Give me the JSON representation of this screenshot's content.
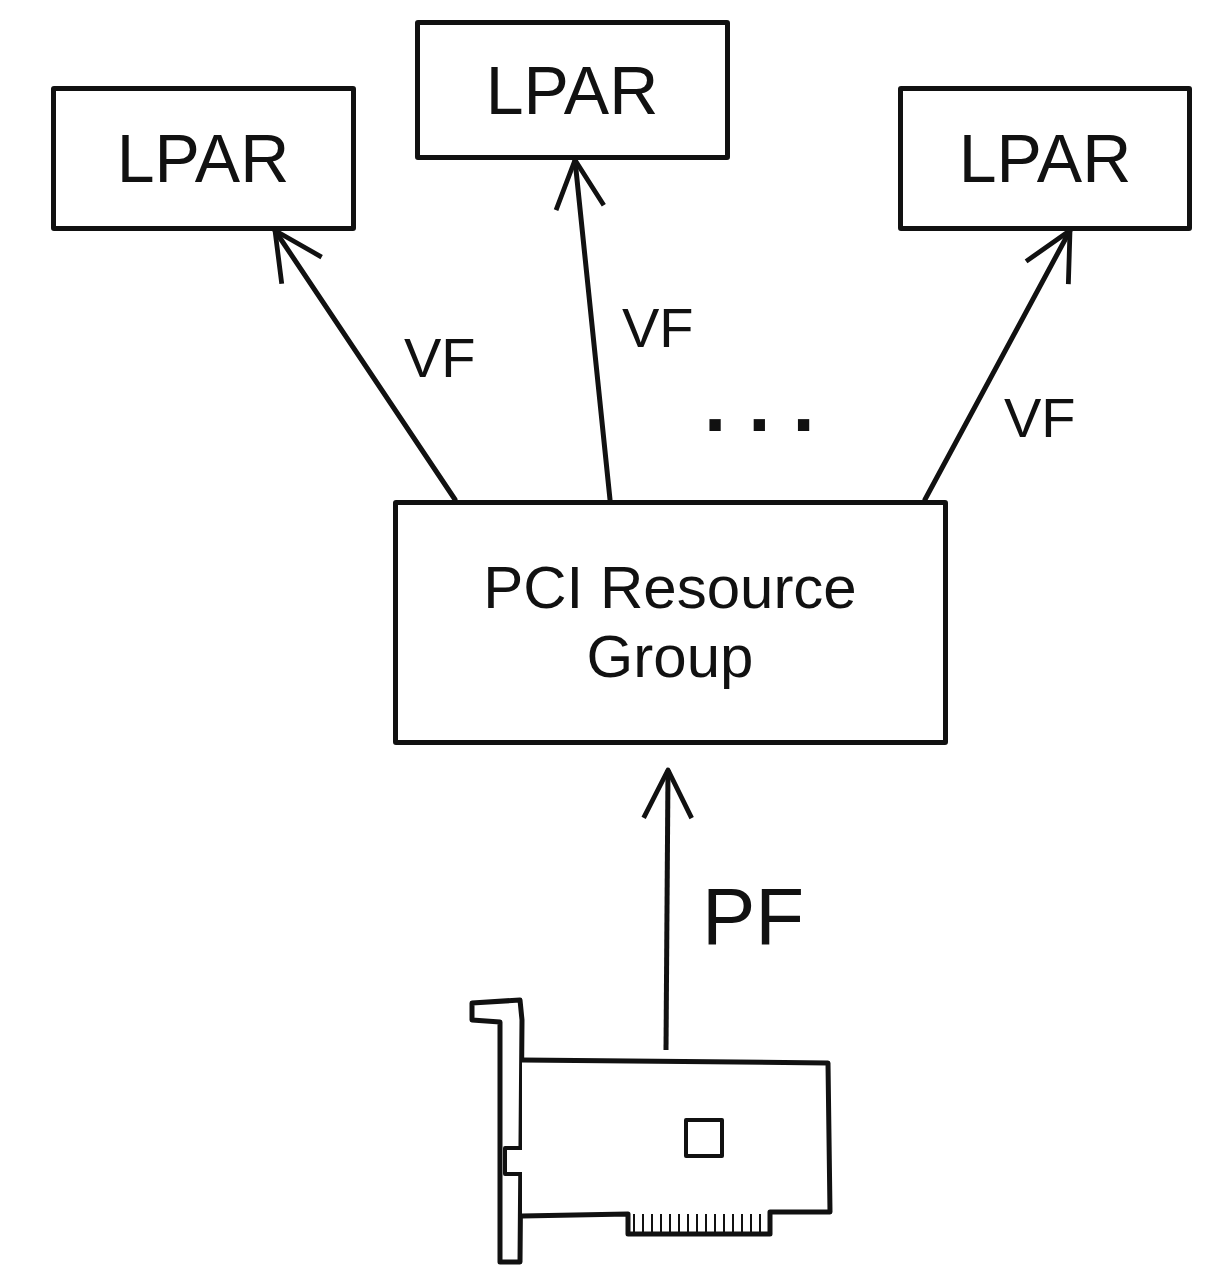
{
  "diagram": {
    "nodes": [
      {
        "text": [
          "LPAR"
        ]
      },
      {
        "text": [
          "LPAR"
        ]
      },
      {
        "text": [
          "LPAR"
        ]
      },
      {
        "text": [
          "PCI Resource Group"
        ]
      }
    ],
    "edges": [
      {
        "from": 3,
        "to": 0,
        "arrow": "to",
        "label": "VF"
      },
      {
        "from": 3,
        "to": 1,
        "arrow": "to",
        "label": "VF"
      },
      {
        "from": 3,
        "to": 2,
        "arrow": "to",
        "label": "VF"
      }
    ],
    "labels": [
      "PF",
      "..."
    ]
  }
}
